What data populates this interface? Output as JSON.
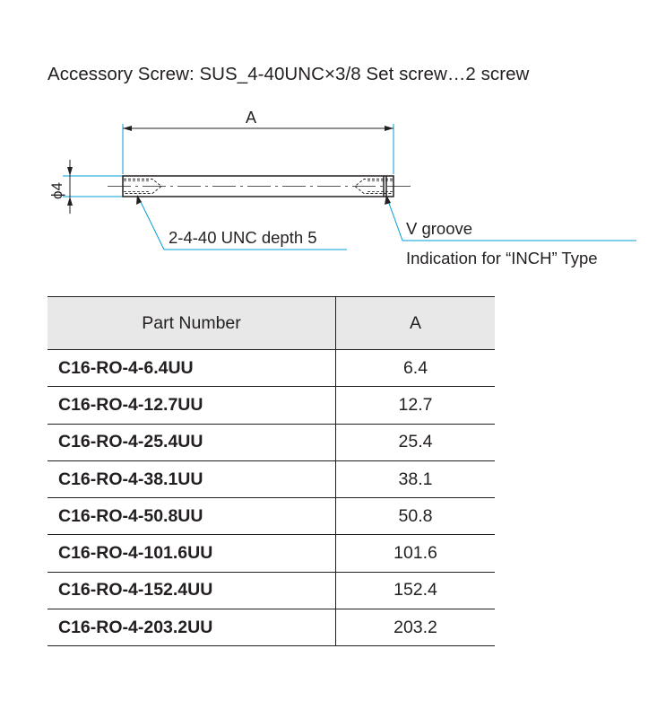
{
  "heading": "Accessory Screw: SUS_4-40UNC×3/8 Set screw…2 screw",
  "drawing": {
    "length_label": "A",
    "diameter_label": "ϕ4",
    "thread_callout": "2-4-40 UNC depth 5",
    "groove_callout": "V groove",
    "inch_note": "Indication for “INCH” Type",
    "line_color": "#231f20",
    "leader_color": "#009ed8"
  },
  "table": {
    "headers": [
      "Part Number",
      "A"
    ],
    "rows": [
      {
        "part": "C16-RO-4-6.4UU",
        "a": "6.4"
      },
      {
        "part": "C16-RO-4-12.7UU",
        "a": "12.7"
      },
      {
        "part": "C16-RO-4-25.4UU",
        "a": "25.4"
      },
      {
        "part": "C16-RO-4-38.1UU",
        "a": "38.1"
      },
      {
        "part": "C16-RO-4-50.8UU",
        "a": "50.8"
      },
      {
        "part": "C16-RO-4-101.6UU",
        "a": "101.6"
      },
      {
        "part": "C16-RO-4-152.4UU",
        "a": "152.4"
      },
      {
        "part": "C16-RO-4-203.2UU",
        "a": "203.2"
      }
    ],
    "header_bg": "#e8e8e9"
  }
}
